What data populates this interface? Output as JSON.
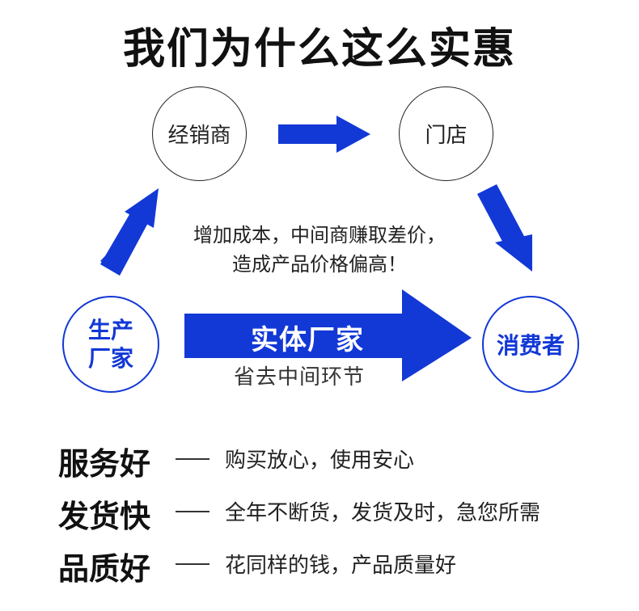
{
  "title": "我们为什么这么实惠",
  "nodes": {
    "dealer": "经销商",
    "store": "门店",
    "maker_line1": "生产",
    "maker_line2": "厂家",
    "consumer": "消费者"
  },
  "middleman_note": {
    "line1": "增加成本，中间商赚取差价，",
    "line2": "造成产品价格偏高！"
  },
  "direct": {
    "label": "实体厂家",
    "sub": "省去中间环节"
  },
  "features": [
    {
      "label": "服务好",
      "desc": "购买放心，使用安心"
    },
    {
      "label": "发货快",
      "desc": "全年不断货，发货及时，急您所需"
    },
    {
      "label": "品质好",
      "desc": "花同样的钱，产品质量好"
    }
  ],
  "colors": {
    "accent": "#1238d6",
    "text": "#111111"
  }
}
